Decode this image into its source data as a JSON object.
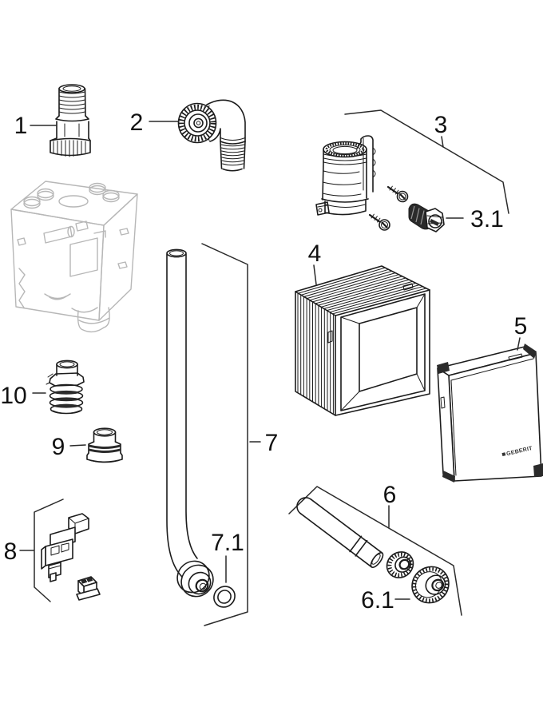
{
  "diagram": {
    "brand_label": "GEBERIT",
    "callouts": {
      "c1": "1",
      "c2": "2",
      "c3": "3",
      "c3_1": "3.1",
      "c4": "4",
      "c5": "5",
      "c6": "6",
      "c6_1": "6.1",
      "c7": "7",
      "c7_1": "7.1",
      "c8": "8",
      "c9": "9",
      "c10": "10"
    }
  },
  "colors": {
    "line": "#1c1c1c",
    "phantom": "#b7b7b7",
    "dark_fill": "#2b2b2b",
    "background": "#ffffff",
    "label_text": "#111111"
  }
}
